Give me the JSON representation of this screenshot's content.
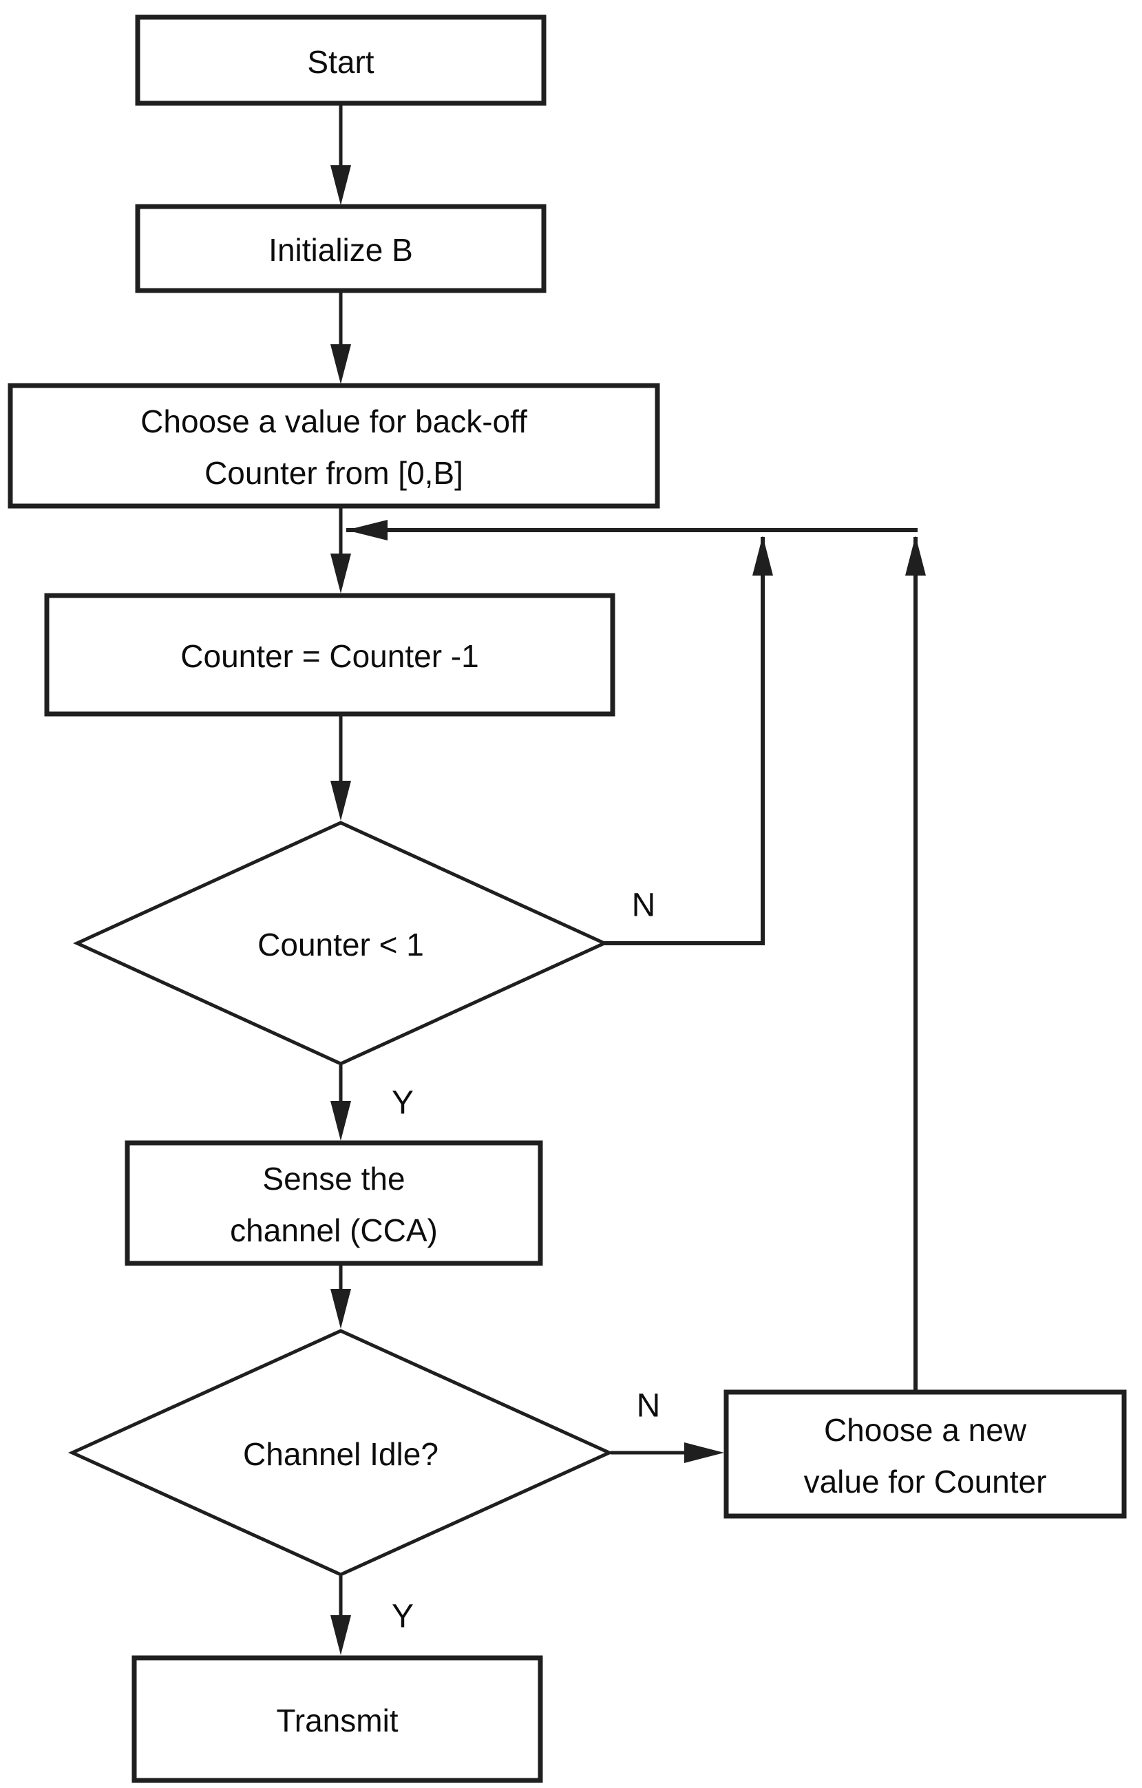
{
  "colors": {
    "background": "#ffffff",
    "stroke": "#1f1f1f",
    "text": "#0d0d0d"
  },
  "nodes": {
    "start": {
      "label": "Start"
    },
    "initialize": {
      "label": "Initialize B"
    },
    "choose_backoff": {
      "line1": "Choose a value  for back-off",
      "line2": "Counter from [0,B]"
    },
    "decrement": {
      "label": "Counter = Counter -1"
    },
    "counter_check": {
      "label": "Counter < 1"
    },
    "sense": {
      "line1": "Sense the",
      "line2": "channel (CCA)"
    },
    "channel_idle": {
      "label": "Channel Idle?"
    },
    "choose_new": {
      "line1": "Choose a new",
      "line2": "value for Counter"
    },
    "transmit": {
      "label": "Transmit"
    }
  },
  "edge_labels": {
    "counter_check_no": "N",
    "counter_check_yes": "Y",
    "channel_idle_no": "N",
    "channel_idle_yes": "Y"
  }
}
